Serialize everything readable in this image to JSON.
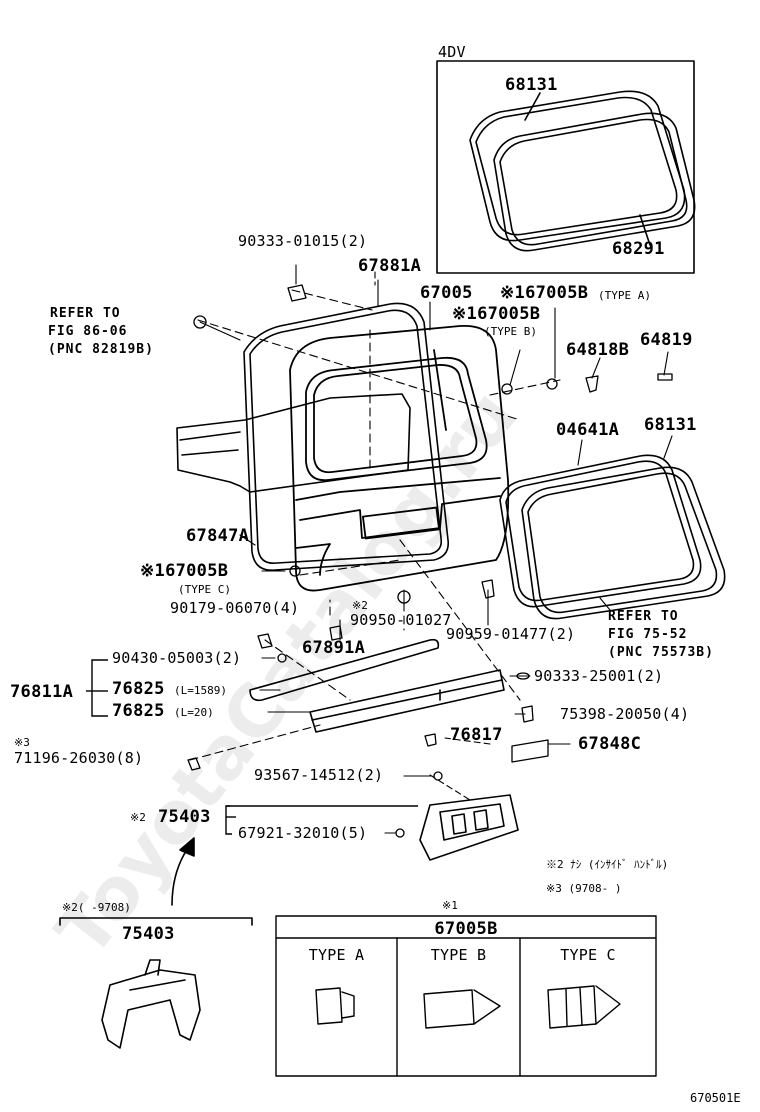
{
  "diagram": {
    "variant_4dv": "4DV",
    "catalog_code": "670501E",
    "watermark": "ToyotaCatalog.ru"
  },
  "labels": {
    "p68131_top": "68131",
    "p68291": "68291",
    "p90333_01015": "90333-01015(2)",
    "p67881a": "67881A",
    "p67005": "67005",
    "p67005b_a": "※167005B",
    "p67005b_a_type": "(TYPE A)",
    "p67005b_b": "※167005B",
    "p67005b_b_type": "(TYPE B)",
    "p64818b": "64818B",
    "p64819": "64819",
    "ref1_line1": "REFER TO",
    "ref1_line2": "FIG 86-06",
    "ref1_line3": "(PNC 82819B)",
    "p04641a": "04641A",
    "p68131_mid": "68131",
    "p67847a": "67847A",
    "p67005b_c": "※167005B",
    "p67005b_c_type": "(TYPE C)",
    "p90179": "90179-06070(4)",
    "p90950_mark": "※2",
    "p90950": "90950-01027",
    "p67891a": "67891A",
    "p90959": "90959-01477(2)",
    "ref2_line1": "REFER TO",
    "ref2_line2": "FIG 75-52",
    "ref2_line3": "(PNC 75573B)",
    "p90430": "90430-05003(2)",
    "p76811a": "76811A",
    "p76825_1": "76825",
    "p76825_1_len": "(L=1589)",
    "p76825_2": "76825",
    "p76825_2_len": "(L=20)",
    "p90333_25001": "90333-25001(2)",
    "p75398": "75398-20050(4)",
    "p76817": "76817",
    "p71196_mark": "※3",
    "p71196": "71196-26030(8)",
    "p67848c": "67848C",
    "p93567": "93567-14512(2)",
    "p75403_mark": "※2",
    "p75403": "75403",
    "p67921": "67921-32010(5)",
    "note2": "※2 ﾅｼ (ｲﾝｻｲﾄﾞ ﾊﾝﾄﾞﾙ)",
    "note3": "※3 (9708-     )",
    "inset_range": "※2(     -9708)",
    "inset_75403": "75403",
    "table_mark": "※1",
    "table_title": "67005B",
    "type_a": "TYPE A",
    "type_b": "TYPE B",
    "type_c": "TYPE C"
  }
}
